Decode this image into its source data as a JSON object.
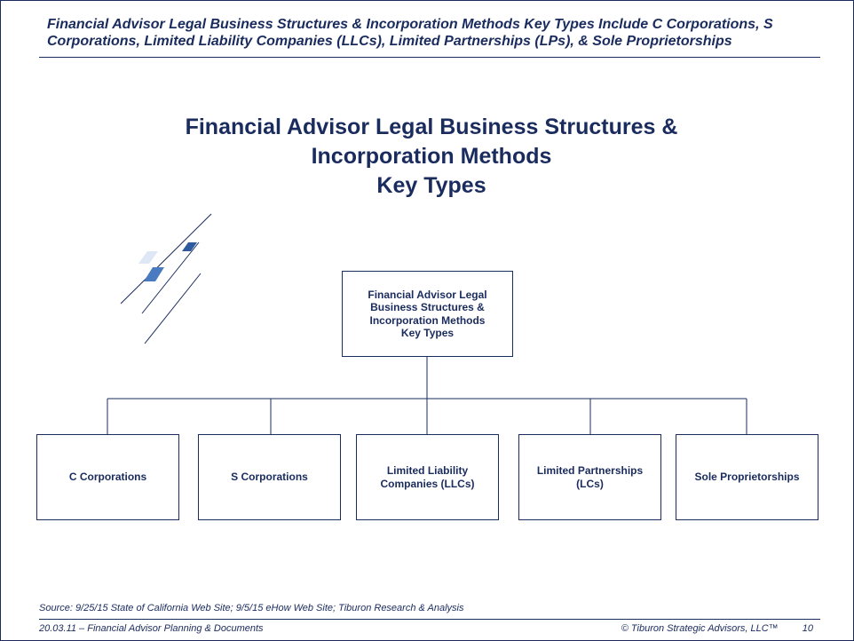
{
  "header": {
    "title": "Financial Advisor Legal Business Structures & Incorporation Methods Key Types Include C Corporations, S Corporations, Limited Liability Companies (LLCs), Limited Partnerships (LPs), & Sole Proprietorships"
  },
  "main_title": {
    "line1": "Financial Advisor Legal Business Structures &",
    "line2": "Incorporation Methods",
    "line3": "Key Types"
  },
  "diagram": {
    "root": {
      "lines": [
        "Financial Advisor Legal",
        "Business Structures &",
        "Incorporation Methods",
        "Key Types"
      ]
    },
    "children": [
      {
        "label": "C Corporations"
      },
      {
        "label": "S Corporations"
      },
      {
        "label": "Limited Liability Companies (LLCs)"
      },
      {
        "label": "Limited Partnerships (LCs)"
      },
      {
        "label": "Sole Proprietorships"
      }
    ]
  },
  "footer": {
    "source": "Source:  9/25/15 State of California Web Site; 9/5/15 eHow Web Site; Tiburon Research & Analysis",
    "left": "20.03.11 – Financial Advisor Planning & Documents",
    "copyright": "© Tiburon Strategic Advisors, LLC™",
    "page_number": "10"
  },
  "colors": {
    "primary": "#1a2b5e",
    "accent_blue": "#4a7bc0",
    "light_blue": "#dde7f5"
  }
}
